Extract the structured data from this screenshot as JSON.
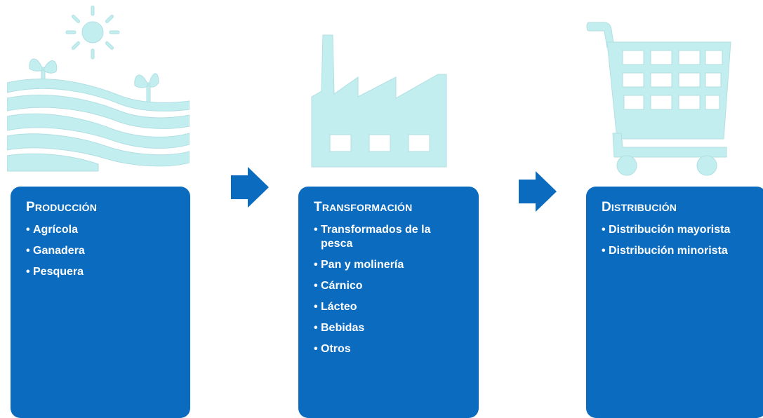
{
  "colors": {
    "box": "#0a6bbf",
    "arrow": "#0a6bbf",
    "icon_fill": "#c3eef0",
    "icon_stroke": "#b0dfe2"
  },
  "stages": [
    {
      "icon": "farm-field-sun-icon",
      "title_first": "P",
      "title_rest": "RODUCCIÓN",
      "items": [
        "Agrícola",
        "Ganadera",
        "Pesquera"
      ]
    },
    {
      "icon": "factory-icon",
      "title_first": "T",
      "title_rest": "RANSFORMACIÓN",
      "items": [
        "Transformados de la pesca",
        "Pan y molinería",
        "Cárnico",
        "Lácteo",
        "Bebidas",
        "Otros"
      ]
    },
    {
      "icon": "shopping-cart-icon",
      "title_first": "D",
      "title_rest": "ISTRIBUCIÓN",
      "items": [
        "Distribución mayorista",
        "Distribución minorista"
      ]
    }
  ]
}
